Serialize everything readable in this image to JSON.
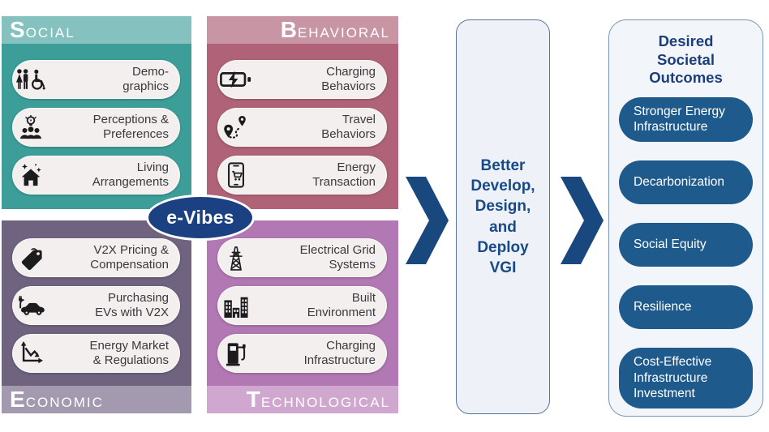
{
  "quadrants": {
    "social": {
      "label": "SOCIAL",
      "items": [
        {
          "icon": "demographics-icon",
          "label": "Demo-\ngraphics"
        },
        {
          "icon": "perceptions-preferences-icon",
          "label": "Perceptions &\nPreferences"
        },
        {
          "icon": "living-arrangements-icon",
          "label": "Living\nArrangements"
        }
      ]
    },
    "behavioral": {
      "label": "BEHAVIORAL",
      "items": [
        {
          "icon": "charging-behaviors-icon",
          "label": "Charging\nBehaviors"
        },
        {
          "icon": "travel-behaviors-icon",
          "label": "Travel\nBehaviors"
        },
        {
          "icon": "energy-transaction-icon",
          "label": "Energy\nTransaction"
        }
      ]
    },
    "economic": {
      "label": "ECONOMIC",
      "items": [
        {
          "icon": "pricing-tag-icon",
          "label": "V2X Pricing &\nCompensation"
        },
        {
          "icon": "ev-purchase-icon",
          "label": "Purchasing\nEVs with V2X"
        },
        {
          "icon": "energy-market-icon",
          "label": "Energy Market\n& Regulations"
        }
      ]
    },
    "technological": {
      "label": "TECHNOLOGICAL",
      "items": [
        {
          "icon": "electrical-grid-icon",
          "label": "Electrical Grid\nSystems"
        },
        {
          "icon": "built-environment-icon",
          "label": "Built\nEnvironment"
        },
        {
          "icon": "charging-infrastructure-icon",
          "label": "Charging\nInfrastructure"
        }
      ]
    }
  },
  "hub": {
    "label": "e-Vibes"
  },
  "process": {
    "text": "Better\nDevelop,\nDesign,\nand\nDeploy\nVGI"
  },
  "outcomes": {
    "title": "Desired\nSocietal\nOutcomes",
    "items": [
      "Stronger Energy Infrastructure",
      "Decarbonization",
      "Social Equity",
      "Resilience",
      "Cost-Effective Infrastructure Investment"
    ]
  },
  "colors": {
    "social_header": "#85c1be",
    "social_body": "#3d9e99",
    "behavioral_header": "#c795a3",
    "behavioral_body": "#b06378",
    "economic_header": "#a49aaf",
    "economic_body": "#6f6380",
    "technological_header": "#d0a7cf",
    "technological_body": "#b278b3",
    "pill_bg": "#f3efef",
    "pill_text": "#3c383b",
    "hub_bg": "#1c4182",
    "arrow": "#18487e",
    "process_panel_bg": "#eef1f7",
    "process_panel_border": "#56749c",
    "process_text": "#174a86",
    "outcomes_panel_bg": "#f2f6fb",
    "outcomes_panel_border": "#7b93b5",
    "outcomes_title": "#1b3e7d",
    "outcome_pill_bg": "#1f5a8c",
    "outcome_pill_text": "#ffffff"
  }
}
